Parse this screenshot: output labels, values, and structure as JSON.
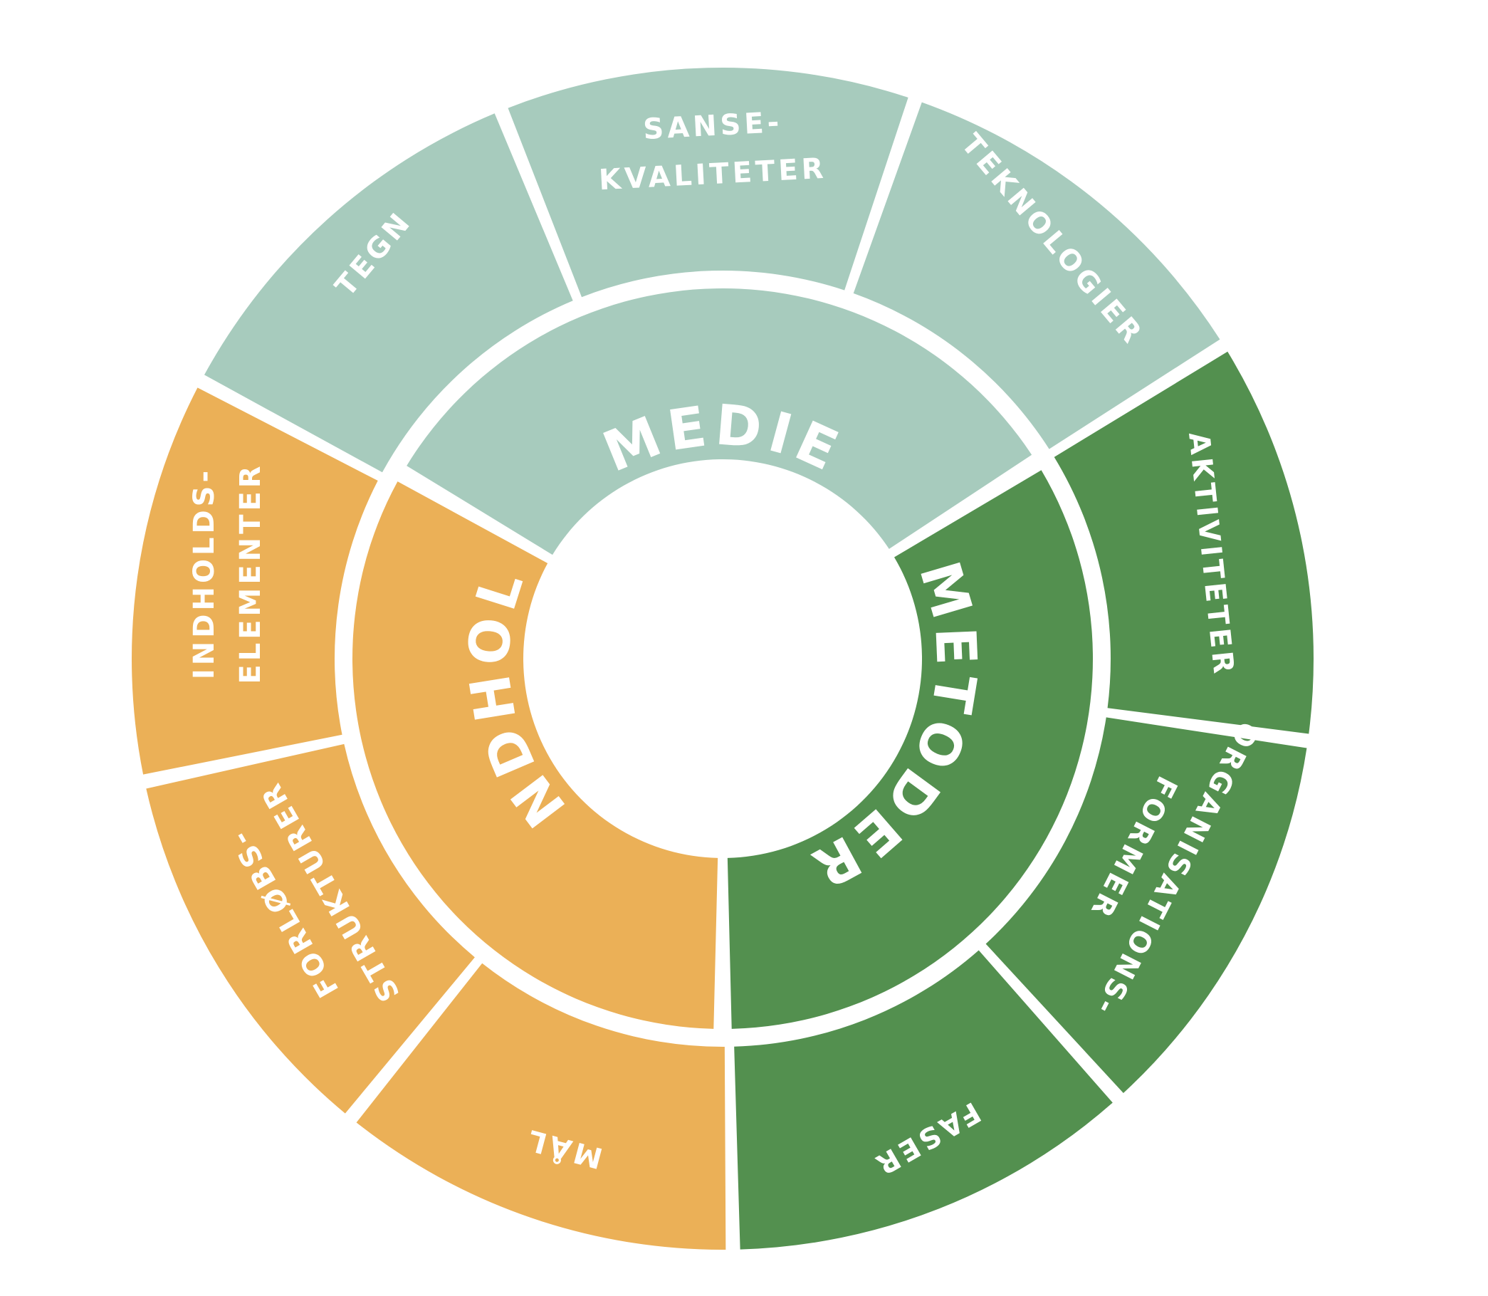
{
  "diagram": {
    "colors": {
      "medie": "#a7cbbd",
      "metoder": "#53904f",
      "indhold": "#ebb057",
      "background": "#ffffff",
      "text": "#ffffff"
    },
    "inner": {
      "medie": "MEDIE",
      "metoder": "METODER",
      "indhold": "INDHOLD"
    },
    "outer": {
      "tegn": "TEGN",
      "sansekvaliteter_1": "SANSE-",
      "sansekvaliteter_2": "KVALITETER",
      "teknologier": "TEKNOLOGIER",
      "aktiviteter": "AKTIVITETER",
      "organisationsformer_1": "ORGANISATIONS-",
      "organisationsformer_2": "FORMER",
      "faser": "FASER",
      "maal": "MÅL",
      "forlober_1": "FORLØBS-",
      "forlober_2": "STRUKTURER",
      "indholdselementer_1": "INDHOLDS-",
      "indholdselementer_2": "ELEMENTER"
    }
  }
}
